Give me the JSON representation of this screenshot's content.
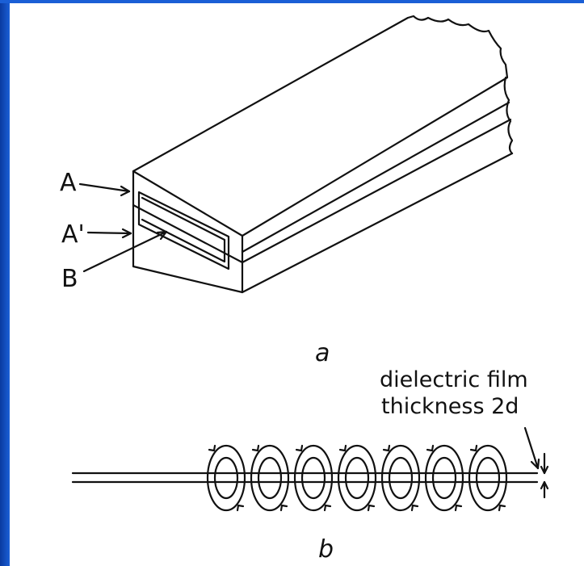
{
  "figure": {
    "part_a": {
      "labels": {
        "A": "A",
        "A_prime": "A'",
        "B": "B"
      },
      "caption": "a"
    },
    "part_b": {
      "annotation_line1": "dielectric film",
      "annotation_line2": "thickness 2d",
      "caption": "b",
      "loop_count": 7
    }
  }
}
